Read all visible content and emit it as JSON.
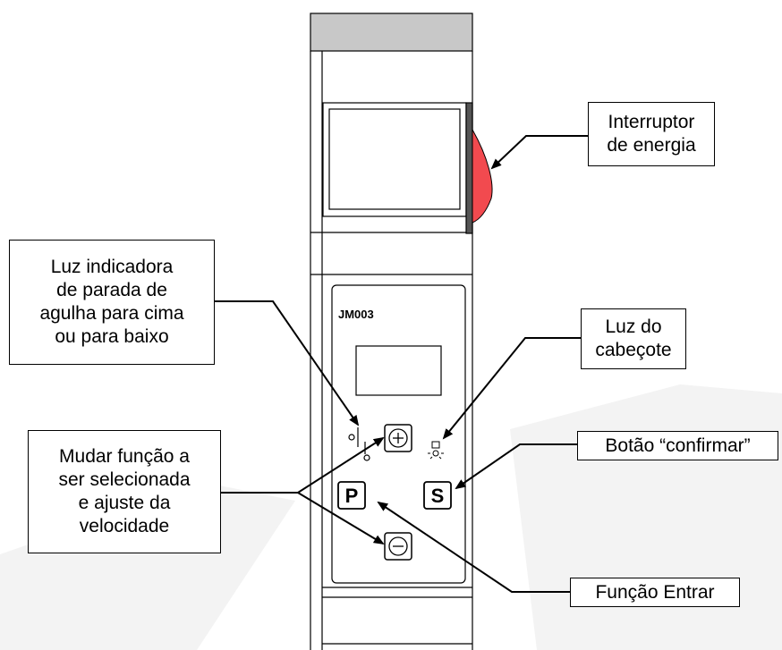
{
  "panel": {
    "model_label": "JM003",
    "p_button_label": "P",
    "s_button_label": "S"
  },
  "callouts": {
    "power_switch": [
      "Interruptor",
      "de energia"
    ],
    "needle_stop_light": [
      "Luz indicadora",
      "de parada de",
      "agulha para cima",
      "ou para baixo"
    ],
    "head_light": [
      "Luz do",
      "cabeçote"
    ],
    "confirm_button": [
      "Botão “confirmar”"
    ],
    "change_function": [
      "Mudar função a",
      "ser selecionada",
      "e ajuste da",
      "velocidade"
    ],
    "enter_function": [
      "Função Entrar"
    ]
  },
  "colors": {
    "power_switch": "#f24a4f",
    "housing_cap": "#c8c8c8",
    "line": "#000000",
    "watermark": "#f2f2f2"
  }
}
